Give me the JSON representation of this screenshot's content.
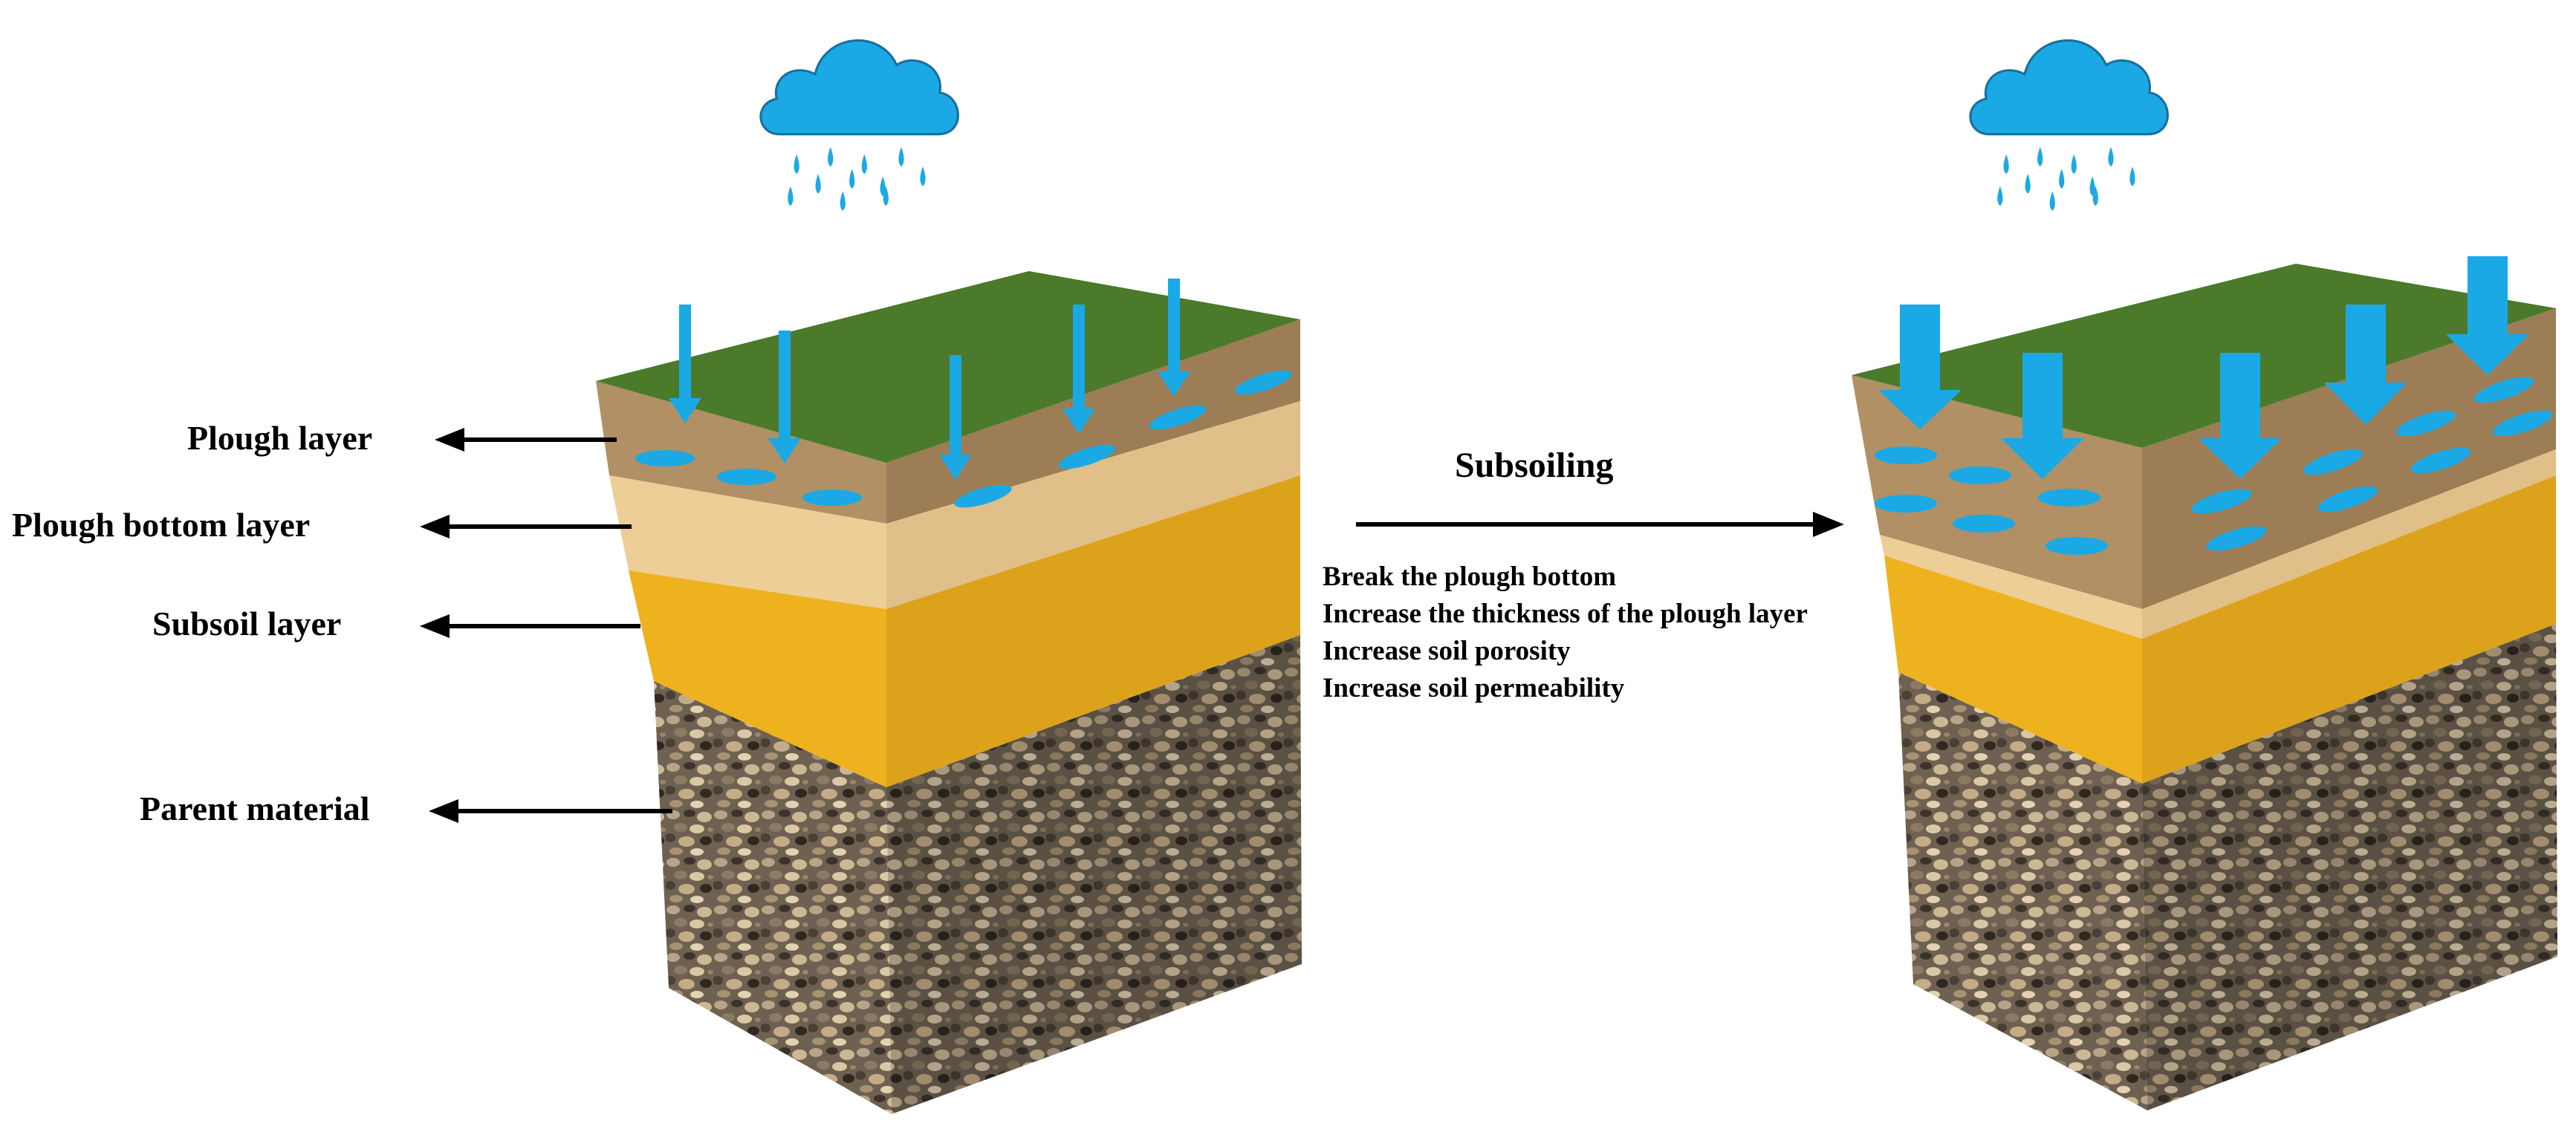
{
  "labels": {
    "plough_layer": "Plough layer",
    "plough_bottom_layer": "Plough bottom layer",
    "subsoil_layer": "Subsoil layer",
    "parent_material": "Parent material"
  },
  "process": {
    "title": "Subsoiling",
    "effects": [
      "Break the plough bottom",
      "Increase the thickness of the plough layer",
      "Increase soil porosity",
      "Increase soil permeability"
    ]
  },
  "colors": {
    "rain": "#1ba9e6",
    "grass": "#4a7a2a",
    "plough": "#b09064",
    "plough_bottom": "#e9c98f",
    "subsoil": "#e8ad1a",
    "parent": "#6c5f52",
    "arrow": "#000000"
  },
  "icons": [
    "rain-cloud-icon",
    "water-flow-arrow-icon",
    "pore-icon"
  ]
}
